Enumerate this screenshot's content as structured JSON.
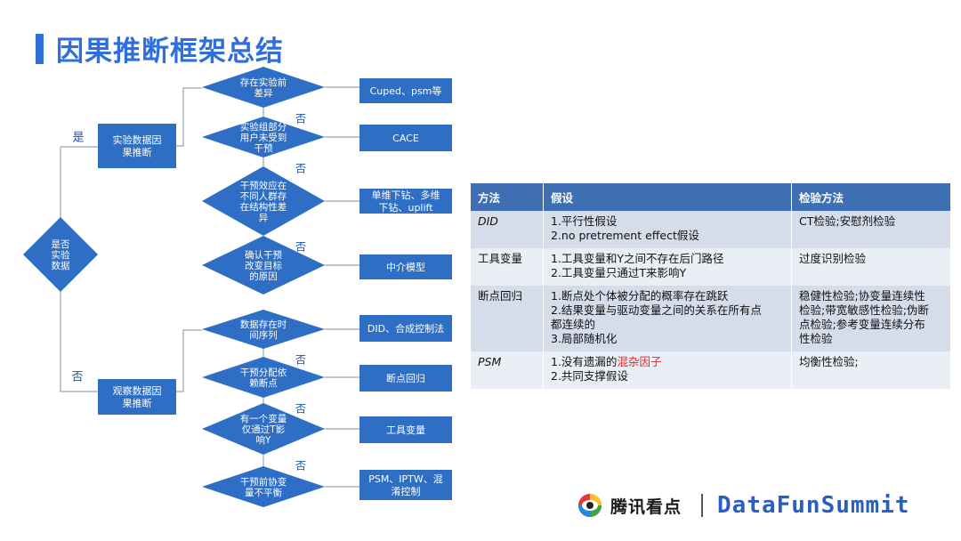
{
  "title": "因果推断框架总结",
  "flowchart": {
    "root": {
      "lines": [
        "是否",
        "实验",
        "数据"
      ]
    },
    "yes_label": "是",
    "no_label": "否",
    "exp_branch": {
      "lines": [
        "实验数据因",
        "果推断"
      ]
    },
    "obs_branch": {
      "lines": [
        "观察数据因",
        "果推断"
      ]
    },
    "exp_questions": [
      {
        "lines": [
          "存在实验前",
          "差异"
        ],
        "result": [
          "Cuped、psm等"
        ]
      },
      {
        "lines": [
          "实验组部分",
          "用户未受到",
          "干预"
        ],
        "result": [
          "CACE"
        ]
      },
      {
        "lines": [
          "干预效应在",
          "不同人群存",
          "在结构性差",
          "异"
        ],
        "result": [
          "单维下钻、多维",
          "下钻、uplift"
        ]
      },
      {
        "lines": [
          "确认干预",
          "改变目标",
          "的原因"
        ],
        "result": [
          "中介模型"
        ]
      }
    ],
    "obs_questions": [
      {
        "lines": [
          "数据存在时",
          "间序列"
        ],
        "result": [
          "DID、合成控制法"
        ]
      },
      {
        "lines": [
          "干预分配依",
          "赖断点"
        ],
        "result": [
          "断点回归"
        ]
      },
      {
        "lines": [
          "有一个变量",
          "仅通过T影",
          "响Y"
        ],
        "result": [
          "工具变量"
        ]
      },
      {
        "lines": [
          "干预前协变",
          "量不平衡"
        ],
        "result": [
          "PSM、IPTW、混",
          "淆控制"
        ]
      }
    ]
  },
  "table": {
    "headers": [
      "方法",
      "假设",
      "检验方法"
    ],
    "rows": [
      {
        "method": "DID",
        "assumptions": [
          "1.平行性假设",
          "2.no pretrement effect假设"
        ],
        "tests": [
          "CT检验;安慰剂检验"
        ]
      },
      {
        "method": "工具变量",
        "assumptions": [
          "1.工具变量和Y之间不存在后门路径",
          "2.工具变量只通过T来影响Y"
        ],
        "tests": [
          "过度识别检验"
        ]
      },
      {
        "method": "断点回归",
        "assumptions": [
          "1.断点处个体被分配的概率存在跳跃",
          "2.结果变量与驱动变量之间的关系在所有点",
          "都连续的",
          "3.局部随机化"
        ],
        "tests": [
          "稳健性检验;协变量连续性",
          "检验;带宽敏感性检验;伪断",
          "点检验;参考变量连续分布",
          "性检验"
        ]
      },
      {
        "method": "PSM",
        "assumptions_psm_1_prefix": "1.没有遗漏的",
        "assumptions_psm_1_highlight": "混杂因子",
        "assumptions_psm_2": "2.共同支撑假设",
        "tests": [
          "均衡性检验;"
        ]
      }
    ]
  },
  "brand": {
    "name": "腾讯看点",
    "summit": "DataFunSummit"
  },
  "colors": {
    "accent": "#2f6fdb",
    "shape_fill": "#2e6ec4",
    "header_fill": "#3e6fb3",
    "highlight": "#e3262b"
  }
}
